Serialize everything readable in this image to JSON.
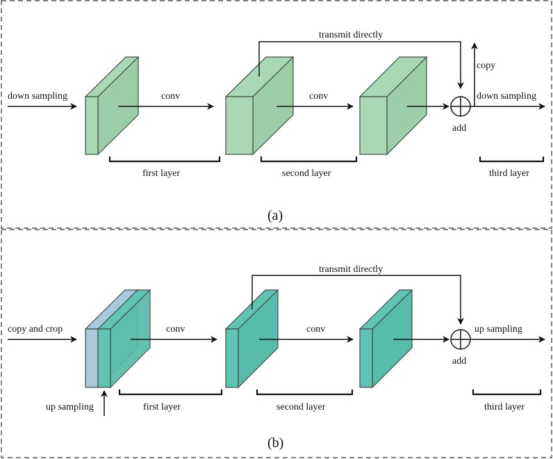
{
  "panels": [
    {
      "id": "a",
      "caption": "(a)",
      "input_label": "down sampling",
      "conv1_label": "conv",
      "conv2_label": "conv",
      "skip_label": "transmit directly",
      "add_label": "add",
      "copy_label": "copy",
      "output_label": "down sampling",
      "layers": [
        "first layer",
        "second layer",
        "third layer"
      ],
      "block_color": "#a8d8b4",
      "block_side_color": "#9ccfa9"
    },
    {
      "id": "b",
      "caption": "(b)",
      "input_label": "copy and crop",
      "upsample_label": "up sampling",
      "conv1_label": "conv",
      "conv2_label": "conv",
      "skip_label": "transmit directly",
      "add_label": "add",
      "output_label": "up sampling",
      "layers": [
        "first layer",
        "second layer",
        "third layer"
      ],
      "block_color": "#5fc4b4",
      "block_side_color": "#57bcac",
      "copy_block_color": "#a9c9dd"
    }
  ]
}
